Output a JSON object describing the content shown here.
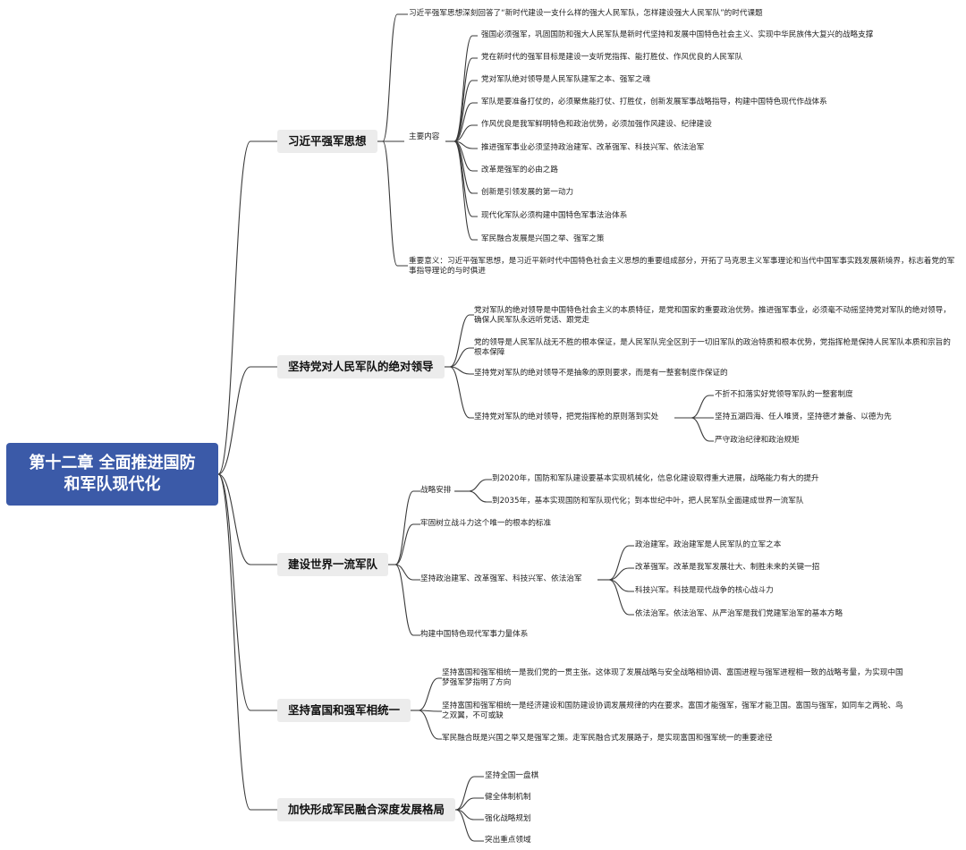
{
  "root": "第十二章  全面推进国防和军队现代化",
  "b1": {
    "title": "习近平强军思想",
    "intro": "习近平强军思想深刻回答了“新时代建设一支什么样的强大人民军队，怎样建设强大人民军队”的时代课题",
    "main_label": "主要内容",
    "main_items": [
      "强国必须强军，巩固国防和强大人民军队是新时代坚持和发展中国特色社会主义、实现中华民族伟大复兴的战略支撑",
      "党在新时代的强军目标是建设一支听党指挥、能打胜仗、作风优良的人民军队",
      "党对军队绝对领导是人民军队建军之本、强军之魂",
      "军队是要准备打仗的，必须聚焦能打仗、打胜仗，创新发展军事战略指导，构建中国特色现代作战体系",
      "作风优良是我军鲜明特色和政治优势，必须加强作风建设、纪律建设",
      "推进强军事业必须坚持政治建军、改革强军、科技兴军、依法治军",
      "改革是强军的必由之路",
      "创新是引领发展的第一动力",
      "现代化军队必须构建中国特色军事法治体系",
      "军民融合发展是兴国之举、强军之策"
    ],
    "significance": "重要意义：习近平强军思想，是习近平新时代中国特色社会主义思想的重要组成部分，开拓了马克思主义军事理论和当代中国军事实践发展新境界，标志着党的军事指导理论的与时俱进"
  },
  "b2": {
    "title": "坚持党对人民军队的绝对领导",
    "items": [
      "党对军队的绝对领导是中国特色社会主义的本质特征，是党和国家的重要政治优势。推进强军事业，必须毫不动摇坚持党对军队的绝对领导，确保人民军队永远听党话、跟党走",
      "党的领导是人民军队战无不胜的根本保证，是人民军队完全区别于一切旧军队的政治特质和根本优势，党指挥枪是保持人民军队本质和宗旨的根本保障",
      "坚持党对军队的绝对领导不是抽象的原则要求，而是有一整套制度作保证的",
      "坚持党对军队的绝对领导，把党指挥枪的原则落到实处"
    ],
    "sub_items": [
      "不折不扣落实好党领导军队的一整套制度",
      "坚持五湖四海、任人唯贤，坚持德才兼备、以德为先",
      "严守政治纪律和政治规矩"
    ]
  },
  "b3": {
    "title": "建设世界一流军队",
    "strategy_label": "战略安排",
    "strategy_items": [
      "到2020年，国防和军队建设要基本实现机械化，信息化建设取得重大进展，战略能力有大的提升",
      "到2035年，基本实现国防和军队现代化；到本世纪中叶，把人民军队全面建成世界一流军队"
    ],
    "standard": "牢固树立战斗力这个唯一的根本的标准",
    "four_label": "坚持政治建军、改革强军、科技兴军、依法治军",
    "four_items": [
      "政治建军。政治建军是人民军队的立军之本",
      "改革强军。改革是我军发展壮大、制胜未来的关键一招",
      "科技兴军。科技是现代战争的核心战斗力",
      "依法治军。依法治军、从严治军是我们党建军治军的基本方略"
    ],
    "system": "构建中国特色现代军事力量体系"
  },
  "b4": {
    "title": "坚持富国和强军相统一",
    "items": [
      "坚持富国和强军相统一是我们党的一贯主张。这体现了发展战略与安全战略相协调、富国进程与强军进程相一致的战略考量，为实现中国梦强军梦指明了方向",
      "坚持富国和强军相统一是经济建设和国防建设协调发展规律的内在要求。富国才能强军，强军才能卫国。富国与强军，如同车之两轮、鸟之双翼，不可或缺",
      "军民融合既是兴国之举又是强军之策。走军民融合式发展路子，是实现富国和强军统一的重要途径"
    ]
  },
  "b5": {
    "title": "加快形成军民融合深度发展格局",
    "items": [
      "坚持全国一盘棋",
      "健全体制机制",
      "强化战略规划",
      "突出重点领域"
    ]
  }
}
